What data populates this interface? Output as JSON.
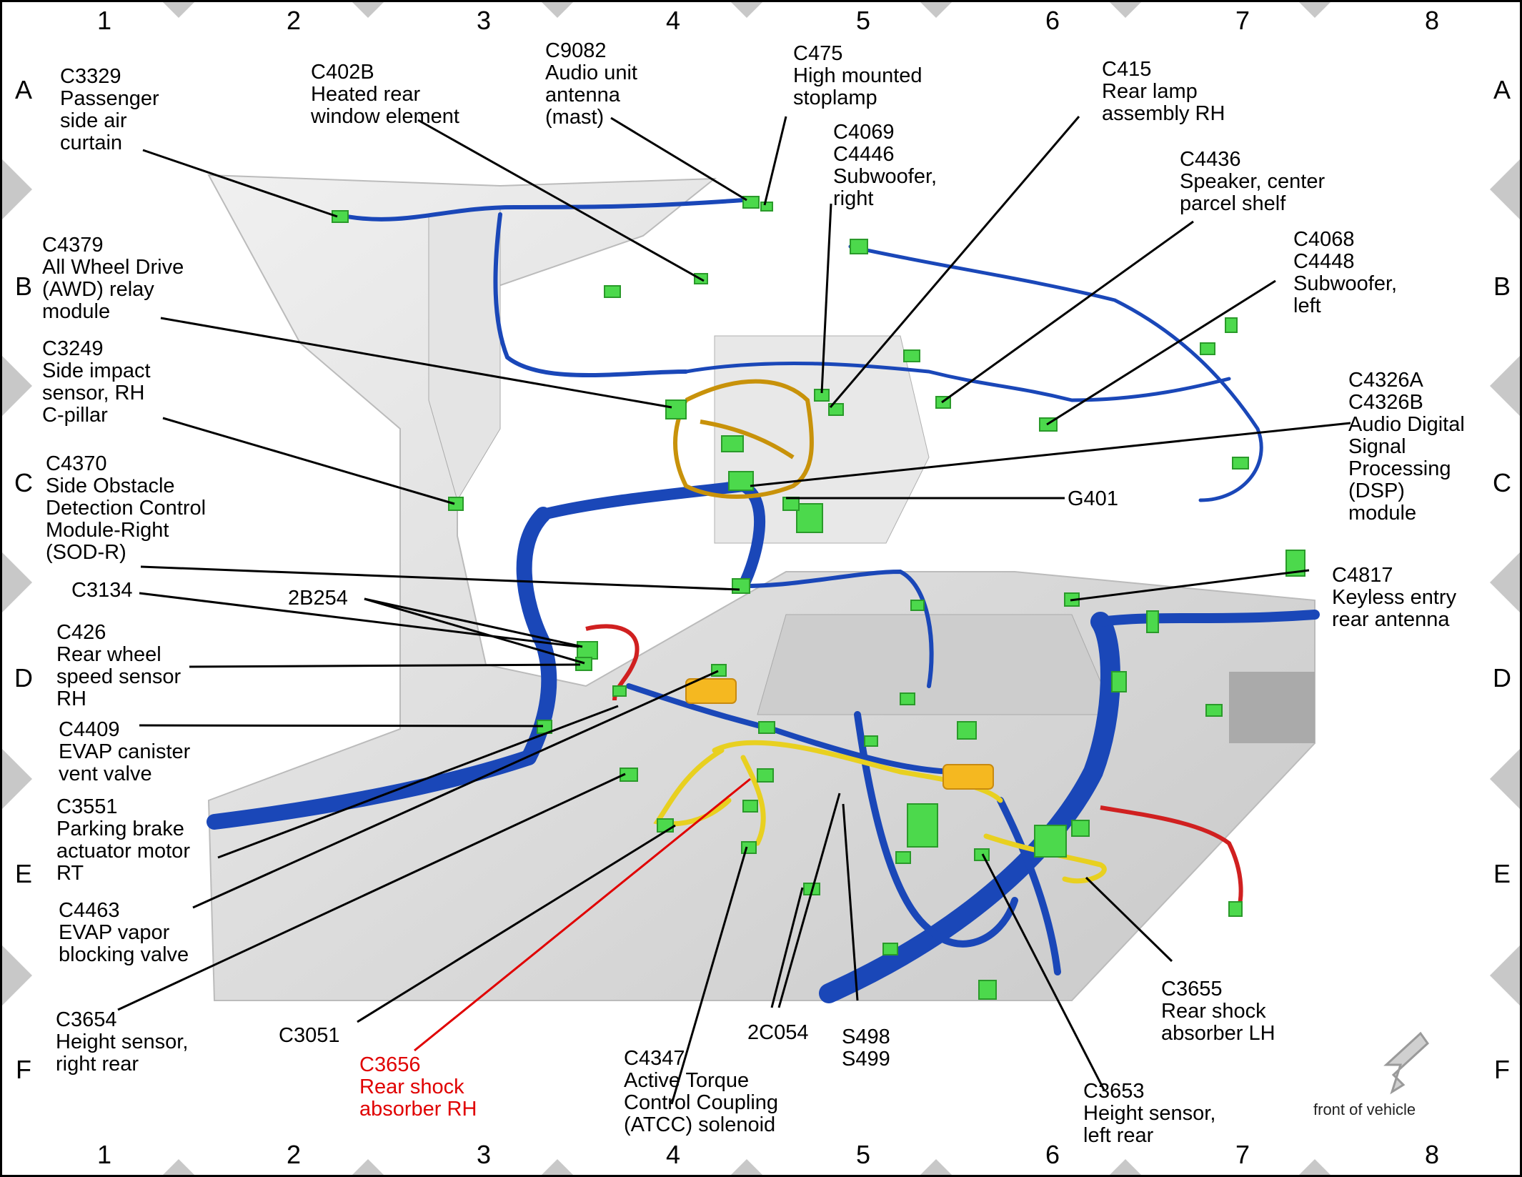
{
  "grid": {
    "columns": [
      "1",
      "2",
      "3",
      "4",
      "5",
      "6",
      "7",
      "8"
    ],
    "rows": [
      "A",
      "B",
      "C",
      "D",
      "E",
      "F"
    ]
  },
  "callouts": {
    "c3329": "C3329\nPassenger\nside air\ncurtain",
    "c402b": "C402B\nHeated rear\nwindow element",
    "c9082": "C9082\nAudio unit\nantenna\n(mast)",
    "c475": "C475\nHigh mounted\nstoplamp",
    "c415": "C415\nRear lamp\nassembly RH",
    "c4069": "C4069\nC4446\nSubwoofer,\nright",
    "c4436": "C4436\nSpeaker, center\nparcel shelf",
    "c4068": "C4068\nC4448\nSubwoofer,\nleft",
    "c4379": "C4379\nAll Wheel Drive\n(AWD) relay\nmodule",
    "c3249": "C3249\nSide impact\nsensor, RH\nC-pillar",
    "c4326": "C4326A\nC4326B\nAudio Digital\nSignal\nProcessing\n(DSP)\nmodule",
    "c4370": "C4370\nSide Obstacle\nDetection Control\nModule-Right\n(SOD-R)",
    "g401": "G401",
    "c4817": "C4817\nKeyless entry\nrear antenna",
    "c3134": "C3134",
    "2b254": "2B254",
    "c426": "C426\nRear wheel\nspeed sensor\nRH",
    "c4409": "C4409\nEVAP canister\nvent valve",
    "c3551": "C3551\nParking brake\nactuator motor\nRT",
    "c4463": "C4463\nEVAP vapor\nblocking valve",
    "c3654": "C3654\nHeight sensor,\nright rear",
    "c3051": "C3051",
    "c3656": "C3656\nRear shock\nabsorber RH",
    "c4347": "C4347\nActive Torque\nControl Coupling\n(ATCC) solenoid",
    "2c054": "2C054",
    "s498": "S498\nS499",
    "c3653": "C3653\nHeight sensor,\nleft rear",
    "c3655": "C3655\nRear shock\nabsorber LH"
  },
  "front_label": "front of vehicle",
  "colors": {
    "harness": "#1a47b8",
    "connector": "#4cd94c",
    "highlight": "#e00000",
    "body": "#d8d8d8"
  }
}
